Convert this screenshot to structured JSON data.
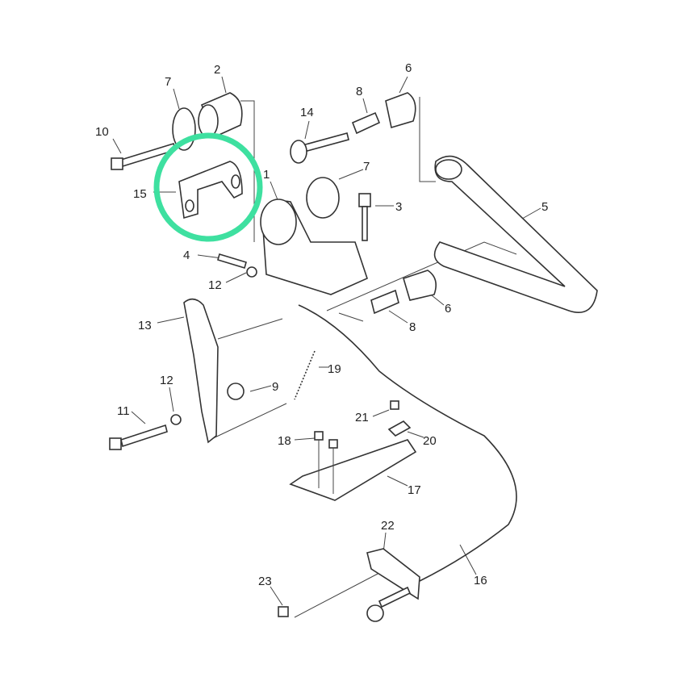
{
  "labels": [
    "7",
    "2",
    "10",
    "15",
    "1",
    "14",
    "8",
    "6",
    "7",
    "3",
    "5",
    "4",
    "12",
    "6",
    "8",
    "13",
    "19",
    "9",
    "12",
    "11",
    "21",
    "20",
    "18",
    "17",
    "22",
    "23",
    "16"
  ],
  "highlight": {
    "color": "#3ee0a0",
    "part": "15"
  }
}
